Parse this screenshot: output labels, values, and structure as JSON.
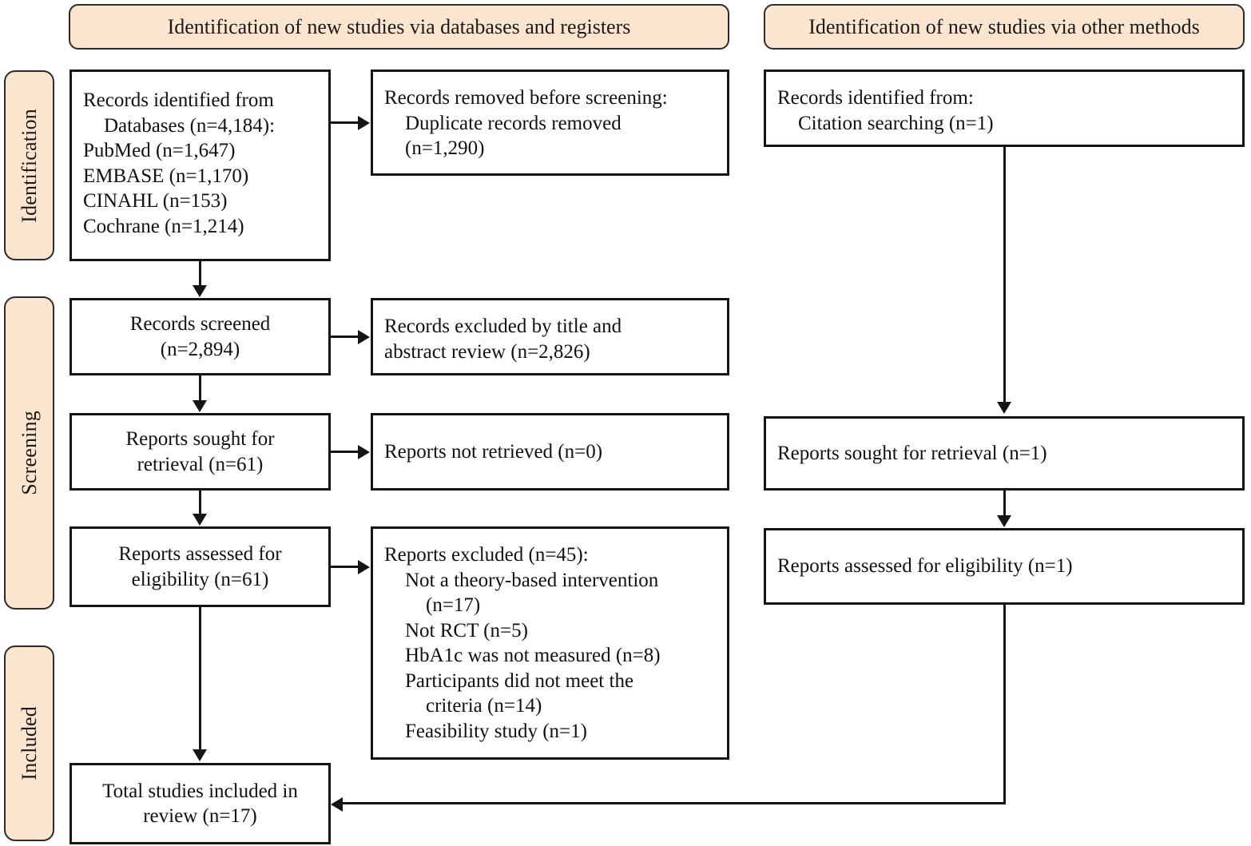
{
  "figure": {
    "type": "prisma-flow-diagram",
    "accent_color": "#fce5cf",
    "border_color": "#151515",
    "background": "#ffffff"
  },
  "banners": {
    "databases": "Identification of new studies via databases and registers",
    "other_methods": "Identification of new studies via other methods"
  },
  "stages": {
    "identification": "Identification",
    "screening": "Screening",
    "included": "Included"
  },
  "left_column": {
    "records_identified": {
      "line1": "Records identified from",
      "line2": "Databases (n=4,184):",
      "line3": "PubMed (n=1,647)",
      "line4": "EMBASE (n=1,170)",
      "line5": "CINAHL (n=153)",
      "line6": "Cochrane (n=1,214)"
    },
    "records_removed": {
      "line1": "Records removed before screening:",
      "line2": "Duplicate records removed",
      "line3": "(n=1,290)"
    },
    "records_screened": {
      "line1": "Records screened",
      "line2": "(n=2,894)"
    },
    "records_excluded": {
      "line1": "Records excluded by title and",
      "line2": "abstract review (n=2,826)"
    },
    "reports_sought": {
      "line1": "Reports sought for",
      "line2": "retrieval (n=61)"
    },
    "reports_not_retrieved": {
      "line1": "Reports not retrieved (n=0)"
    },
    "reports_assessed": {
      "line1": "Reports assessed for",
      "line2": "eligibility (n=61)"
    },
    "reports_excluded": {
      "line1": "Reports excluded (n=45):",
      "line2": "Not a theory-based intervention",
      "line3": "(n=17)",
      "line4": "Not RCT (n=5)",
      "line5": "HbA1c was not measured (n=8)",
      "line6": "Participants did not meet the",
      "line7": "criteria (n=14)",
      "line8": "Feasibility study (n=1)"
    },
    "total_included": {
      "line1": "Total studies included in",
      "line2": "review (n=17)"
    }
  },
  "right_column": {
    "records_identified": {
      "line1": "Records identified from:",
      "line2": "Citation searching (n=1)"
    },
    "reports_sought": {
      "line1": "Reports sought for retrieval (n=1)"
    },
    "reports_assessed": {
      "line1": "Reports assessed for eligibility (n=1)"
    }
  },
  "chart_data": {
    "type": "diagram",
    "title": "PRISMA 2020 flow diagram",
    "nodes": [
      {
        "id": "db_identified",
        "stage": "Identification",
        "column": "databases",
        "total": 4184,
        "breakdown": {
          "PubMed": 1647,
          "EMBASE": 1170,
          "CINAHL": 153,
          "Cochrane": 1214
        }
      },
      {
        "id": "duplicates_removed",
        "stage": "Identification",
        "column": "databases",
        "value": 1290
      },
      {
        "id": "records_screened",
        "stage": "Screening",
        "column": "databases",
        "value": 2894
      },
      {
        "id": "records_excluded",
        "stage": "Screening",
        "column": "databases",
        "value": 2826
      },
      {
        "id": "reports_sought",
        "stage": "Screening",
        "column": "databases",
        "value": 61
      },
      {
        "id": "reports_not_retrieved",
        "stage": "Screening",
        "column": "databases",
        "value": 0
      },
      {
        "id": "reports_assessed",
        "stage": "Screening",
        "column": "databases",
        "value": 61
      },
      {
        "id": "reports_excluded",
        "stage": "Screening",
        "column": "databases",
        "value": 45,
        "reasons": {
          "Not a theory-based intervention": 17,
          "Not RCT": 5,
          "HbA1c was not measured": 8,
          "Participants did not meet the criteria": 14,
          "Feasibility study": 1
        }
      },
      {
        "id": "citation_identified",
        "stage": "Identification",
        "column": "other",
        "value": 1
      },
      {
        "id": "other_reports_sought",
        "stage": "Screening",
        "column": "other",
        "value": 1
      },
      {
        "id": "other_reports_assessed",
        "stage": "Screening",
        "column": "other",
        "value": 1
      },
      {
        "id": "total_included",
        "stage": "Included",
        "column": "merged",
        "value": 17
      }
    ],
    "edges": [
      {
        "from": "db_identified",
        "to": "duplicates_removed"
      },
      {
        "from": "db_identified",
        "to": "records_screened"
      },
      {
        "from": "records_screened",
        "to": "records_excluded"
      },
      {
        "from": "records_screened",
        "to": "reports_sought"
      },
      {
        "from": "reports_sought",
        "to": "reports_not_retrieved"
      },
      {
        "from": "reports_sought",
        "to": "reports_assessed"
      },
      {
        "from": "reports_assessed",
        "to": "reports_excluded"
      },
      {
        "from": "reports_assessed",
        "to": "total_included"
      },
      {
        "from": "citation_identified",
        "to": "other_reports_sought"
      },
      {
        "from": "other_reports_sought",
        "to": "other_reports_assessed"
      },
      {
        "from": "other_reports_assessed",
        "to": "total_included"
      }
    ]
  }
}
